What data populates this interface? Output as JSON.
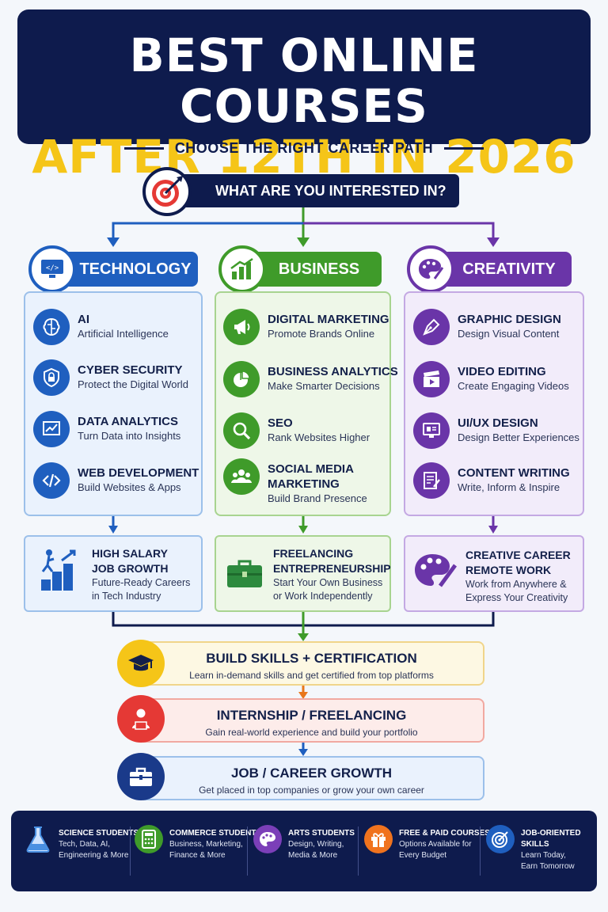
{
  "title": {
    "line1": "BEST ONLINE COURSES",
    "line2": "AFTER 12TH IN 2026"
  },
  "subtitle": "CHOOSE THE RIGHT CAREER PATH",
  "question": "WHAT ARE YOU INTERESTED IN?",
  "colors": {
    "navy": "#0e1b4d",
    "yellow": "#f5c518",
    "tech": "#1f5fbf",
    "business": "#3f9b2a",
    "creativity": "#6a35a8"
  },
  "categories": {
    "technology": {
      "title": "TECHNOLOGY",
      "items": [
        {
          "title": "AI",
          "desc": "Artificial Intelligence",
          "icon": "brain-icon"
        },
        {
          "title": "CYBER SECURITY",
          "desc": "Protect the Digital World",
          "icon": "shield-lock-icon"
        },
        {
          "title": "DATA ANALYTICS",
          "desc": "Turn Data into Insights",
          "icon": "chart-icon"
        },
        {
          "title": "WEB DEVELOPMENT",
          "desc": "Build Websites & Apps",
          "icon": "code-icon"
        }
      ],
      "outcome": {
        "line1": "HIGH SALARY",
        "line2": "JOB GROWTH",
        "desc1": "Future-Ready Careers",
        "desc2": "in Tech Industry",
        "icon": "growth-stairs-icon"
      }
    },
    "business": {
      "title": "BUSINESS",
      "items": [
        {
          "title": "DIGITAL MARKETING",
          "desc": "Promote Brands Online",
          "icon": "megaphone-icon"
        },
        {
          "title": "BUSINESS ANALYTICS",
          "desc": "Make Smarter Decisions",
          "icon": "pie-chart-icon"
        },
        {
          "title": "SEO",
          "desc": "Rank Websites Higher",
          "icon": "magnifier-icon"
        },
        {
          "title": "SOCIAL MEDIA",
          "title2": "MARKETING",
          "desc": "Build Brand Presence",
          "icon": "people-icon"
        }
      ],
      "outcome": {
        "line1": "FREELANCING",
        "line2": "ENTREPRENEURSHIP",
        "desc1": "Start Your Own Business",
        "desc2": "or Work Independently",
        "icon": "briefcase-icon"
      }
    },
    "creativity": {
      "title": "CREATIVITY",
      "items": [
        {
          "title": "GRAPHIC DESIGN",
          "desc": "Design Visual Content",
          "icon": "pen-nib-icon"
        },
        {
          "title": "VIDEO EDITING",
          "desc": "Create Engaging Videos",
          "icon": "clapperboard-icon"
        },
        {
          "title": "UI/UX DESIGN",
          "desc": "Design Better Experiences",
          "icon": "monitor-design-icon"
        },
        {
          "title": "CONTENT WRITING",
          "desc": "Write, Inform & Inspire",
          "icon": "document-pen-icon"
        }
      ],
      "outcome": {
        "line1": "CREATIVE CAREER",
        "line2": "REMOTE WORK",
        "desc1": "Work from Anywhere &",
        "desc2": "Express Your Creativity",
        "icon": "palette-brush-icon"
      }
    }
  },
  "steps": [
    {
      "title": "BUILD SKILLS + CERTIFICATION",
      "desc": "Learn in-demand skills and get certified from top platforms",
      "icon": "graduation-cap-icon"
    },
    {
      "title": "INTERNSHIP / FREELANCING",
      "desc": "Gain real-world experience and build your portfolio",
      "icon": "person-laptop-icon"
    },
    {
      "title": "JOB / CAREER GROWTH",
      "desc": "Get placed in top companies or grow your own career",
      "icon": "briefcase-icon"
    }
  ],
  "footer": [
    {
      "title": "SCIENCE STUDENTS",
      "desc1": "Tech, Data, AI,",
      "desc2": "Engineering & More",
      "icon": "flask-icon"
    },
    {
      "title": "COMMERCE STUDENTS",
      "desc1": "Business, Marketing,",
      "desc2": "Finance & More",
      "icon": "calculator-icon"
    },
    {
      "title": "ARTS STUDENTS",
      "desc1": "Design, Writing,",
      "desc2": "Media & More",
      "icon": "palette-icon"
    },
    {
      "title": "FREE & PAID COURSES",
      "desc1": "Options Available for",
      "desc2": "Every Budget",
      "icon": "gift-icon"
    },
    {
      "title": "JOB-ORIENTED SKILLS",
      "desc1": "Learn Today,",
      "desc2": "Earn Tomorrow",
      "icon": "target-icon"
    }
  ]
}
